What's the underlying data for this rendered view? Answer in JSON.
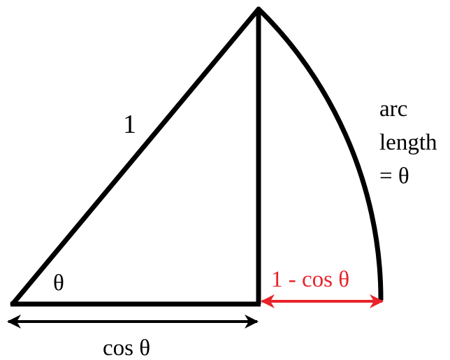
{
  "labels": {
    "hypotenuse": "1",
    "angle": "θ",
    "arc_line1": "arc",
    "arc_line2": "length",
    "arc_line3": "= θ",
    "base": "cos θ",
    "gap": "1 - cos θ"
  },
  "colors": {
    "stroke": "#000000",
    "accent": "#e8232a",
    "background": "#ffffff"
  }
}
